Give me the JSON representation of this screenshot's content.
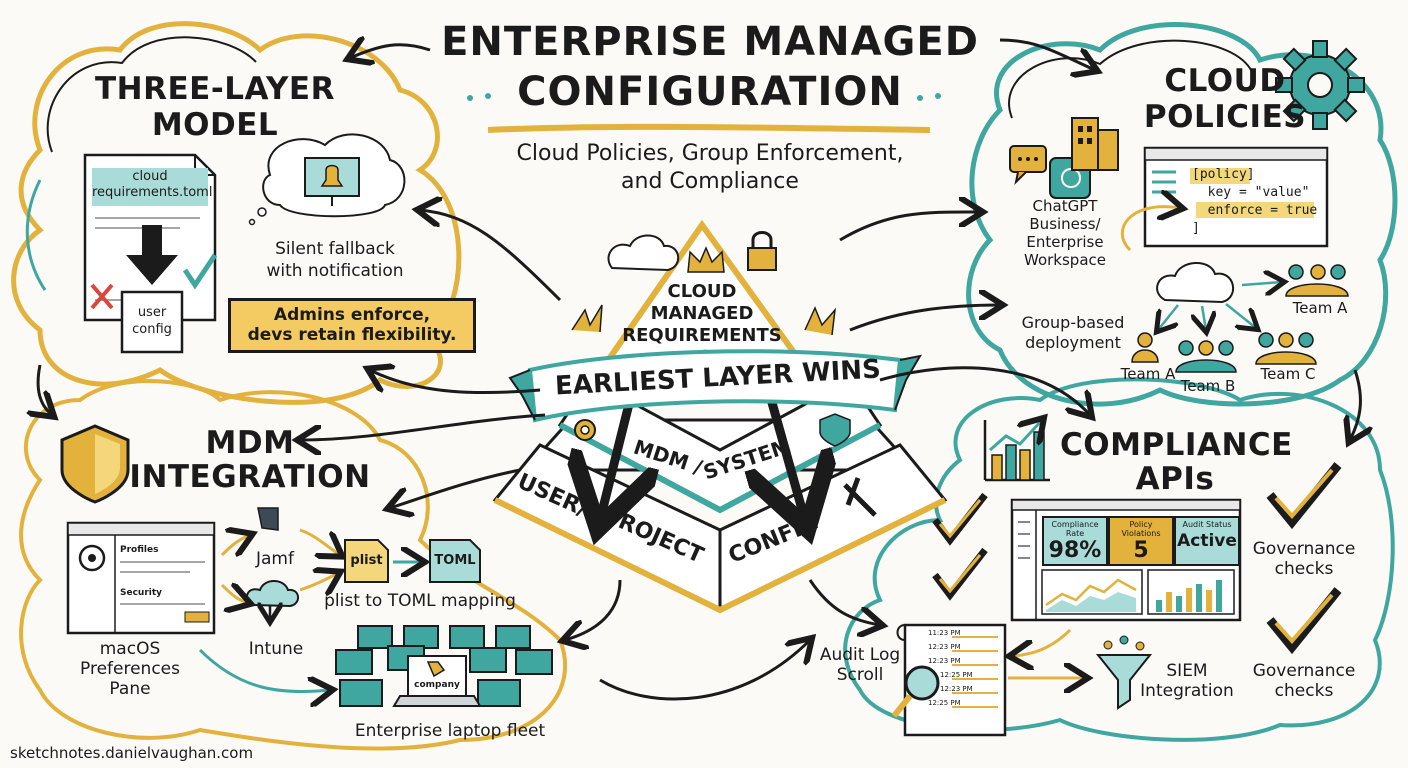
{
  "header": {
    "title_line1": "ENTERPRISE MANAGED",
    "title_line2": "CONFIGURATION",
    "subtitle_line1": "Cloud Policies, Group Enforcement,",
    "subtitle_line2": "and Compliance"
  },
  "three_layer": {
    "title_line1": "THREE-LAYER",
    "title_line2": "MODEL",
    "doc_line1": "cloud",
    "doc_line2": "requirements.toml",
    "user_line1": "user",
    "user_line2": "config",
    "fallback_line1": "Silent fallback",
    "fallback_line2": "with notification",
    "banner_line1": "Admins enforce,",
    "banner_line2": "devs retain flexibility."
  },
  "pyramid": {
    "top_line1": "CLOUD",
    "top_line2": "MANAGED",
    "top_line3": "REQUIREMENTS",
    "ribbon": "EARLIEST LAYER WINS",
    "mdm": "MDM /",
    "system": "SYSTEM",
    "user": "USER/",
    "project": "PROJECT",
    "config": "CONFIG"
  },
  "cloud_policies": {
    "title_line1": "CLOUD",
    "title_line2": "POLICIES",
    "code_line1": "[policy]",
    "code_line2": "  key = \"value\"",
    "code_line3": "  enforce = true",
    "code_line4": "]",
    "workspace_line1": "ChatGPT",
    "workspace_line2": "Business/",
    "workspace_line3": "Enterprise",
    "workspace_line4": "Workspace",
    "group_line1": "Group-based",
    "group_line2": "deployment",
    "teams": [
      "Team A",
      "Team A",
      "Team B",
      "Team C"
    ]
  },
  "mdm": {
    "title_line1": "MDM",
    "title_line2": "INTEGRATION",
    "pane_profiles": "Profiles",
    "pane_security": "Security",
    "pane_line1": "macOS",
    "pane_line2": "Preferences",
    "pane_line3": "Pane",
    "jamf": "Jamf",
    "intune": "Intune",
    "plist": "plist",
    "toml": "TOML",
    "mapping": "plist to TOML mapping",
    "company": "company",
    "fleet": "Enterprise laptop fleet"
  },
  "compliance": {
    "title_line1": "COMPLIANCE",
    "title_line2": "APIs",
    "metrics": [
      {
        "label": "Compliance Rate",
        "value": "98%"
      },
      {
        "label": "Policy Violations",
        "value": "5"
      },
      {
        "label": "Audit Status",
        "value": "Active"
      }
    ],
    "governance_1_line1": "Governance",
    "governance_1_line2": "checks",
    "governance_2_line1": "Governance",
    "governance_2_line2": "checks",
    "audit_line1": "Audit Log",
    "audit_line2": "Scroll",
    "audit_times": [
      "11:23 PM",
      "12:23 PM",
      "12:23 PM",
      "12:25 PM",
      "12:23 PM",
      "12:25 PM"
    ],
    "siem_line1": "SIEM",
    "siem_line2": "Integration"
  },
  "footer": "sketchnotes.danielvaughan.com",
  "colors": {
    "accent_gold": "#e3b23c",
    "accent_teal": "#3fa7a0",
    "light_teal": "#a9dcd8",
    "ink": "#1b1b1b",
    "paper": "#fbfaf7"
  }
}
